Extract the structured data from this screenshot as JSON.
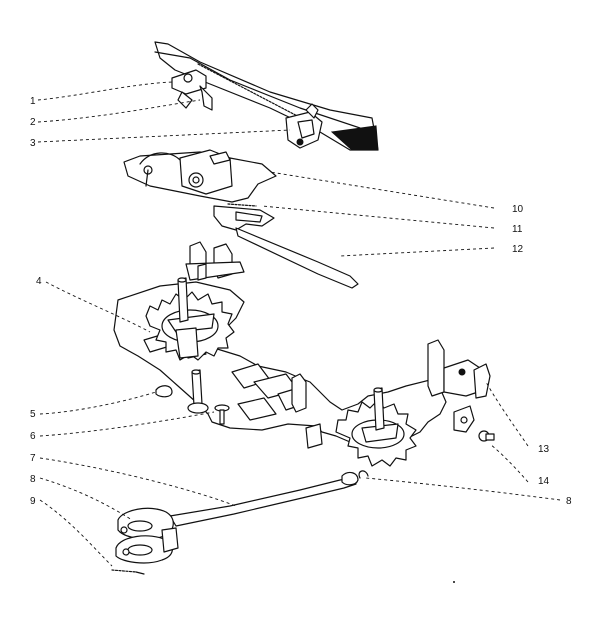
{
  "diagram": {
    "background": "#ffffff",
    "ink": "#111111",
    "labels": [
      {
        "id": "l1",
        "text": "1"
      },
      {
        "id": "l2",
        "text": "2"
      },
      {
        "id": "l3",
        "text": "3"
      },
      {
        "id": "l10",
        "text": "10"
      },
      {
        "id": "l11",
        "text": "11"
      },
      {
        "id": "l12",
        "text": "12"
      },
      {
        "id": "l4",
        "text": "4"
      },
      {
        "id": "l5",
        "text": "5"
      },
      {
        "id": "l6",
        "text": "6"
      },
      {
        "id": "l13",
        "text": "13"
      },
      {
        "id": "l14",
        "text": "14"
      },
      {
        "id": "l7",
        "text": "7"
      },
      {
        "id": "l8a",
        "text": "8"
      },
      {
        "id": "l8b",
        "text": "8"
      },
      {
        "id": "l9",
        "text": "9"
      }
    ]
  }
}
